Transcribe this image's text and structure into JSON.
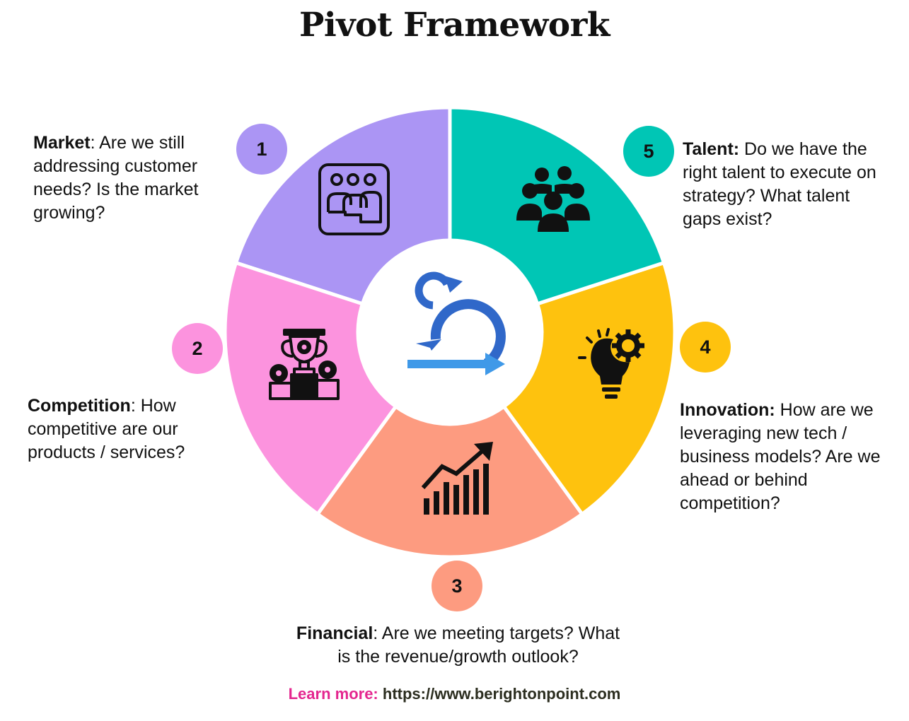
{
  "title": "Pivot Framework",
  "colors": {
    "market": "#ab95f4",
    "competition": "#fc93de",
    "financial": "#fd9b80",
    "innovation": "#fec20e",
    "talent": "#00c6b5",
    "center_icon": "#3068c9"
  },
  "center": {
    "icon": "pivot-loop-arrow-icon"
  },
  "segments": [
    {
      "id": "market",
      "number": "1",
      "title": "Market",
      "text": ": Are we still addressing customer needs? Is the market growing?",
      "icon": "community-users-icon"
    },
    {
      "id": "competition",
      "number": "2",
      "title": "Competition",
      "text": ": How competitive are our products / services?",
      "icon": "trophy-podium-icon"
    },
    {
      "id": "financial",
      "number": "3",
      "title": "Financial",
      "text": ": Are we meeting targets? What is the revenue/growth outlook?",
      "icon": "growth-chart-icon"
    },
    {
      "id": "innovation",
      "number": "4",
      "title": "Innovation:",
      "text": " How are we leveraging new tech / business models? Are we ahead or behind competition?",
      "icon": "lightbulb-gear-icon"
    },
    {
      "id": "talent",
      "number": "5",
      "title": "Talent:",
      "text": " Do we have the right talent to execute on strategy? What talent gaps exist?",
      "icon": "team-people-icon"
    }
  ],
  "footer": {
    "label": "Learn more:",
    "url": "https://www.berightonpoint.com"
  }
}
